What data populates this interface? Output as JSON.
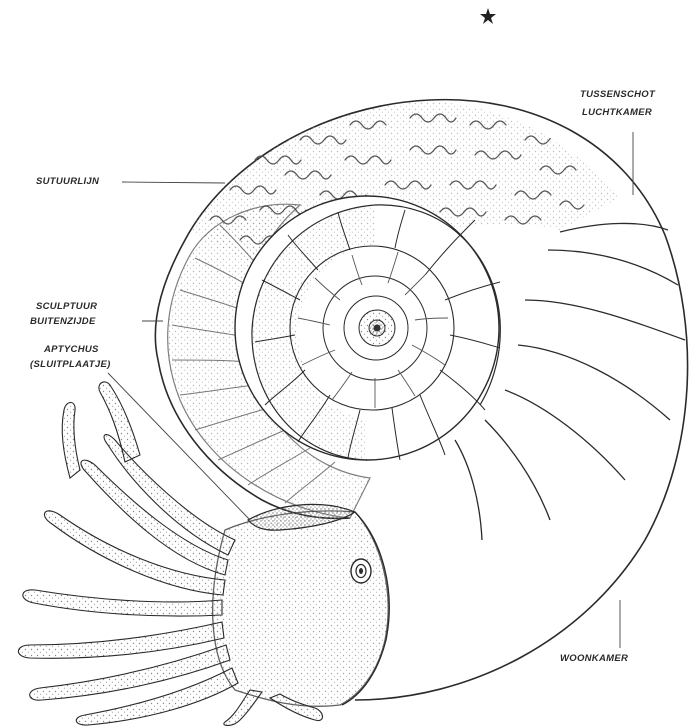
{
  "diagram": {
    "labels": {
      "sutuurlijn": "SUTUURLIJN",
      "tussenschot": "TUSSENSCHOT",
      "luchtkamer": "LUCHTKAMER",
      "sculptuur": "SCULPTUUR",
      "buitenzijde": "BUITENZIJDE",
      "aptychus": "APTYCHUS",
      "sluitplaatje": "(SLUITPLAATJE)",
      "woonkamer": "WOONKAMER"
    }
  },
  "colors": {
    "ink": "#2a2a2a",
    "stipple": "#9a9a9a",
    "paper": "#ffffff"
  }
}
